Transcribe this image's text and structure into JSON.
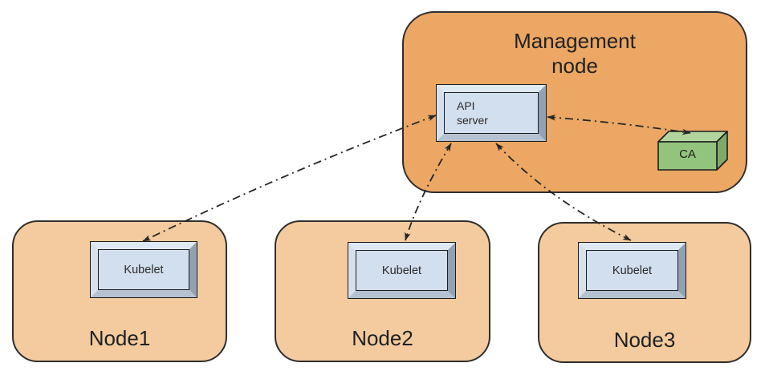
{
  "management_node": {
    "title": "Management\nnode",
    "api_server": {
      "label": "API\nserver"
    },
    "ca": {
      "label": "CA"
    }
  },
  "nodes": [
    {
      "label": "Node1",
      "component": "Kubelet"
    },
    {
      "label": "Node2",
      "component": "Kubelet"
    },
    {
      "label": "Node3",
      "component": "Kubelet"
    }
  ],
  "edges": [
    {
      "name": "api-server to kubelet1",
      "style": "dash-dot",
      "arrows": "both"
    },
    {
      "name": "api-server to kubelet2",
      "style": "dash-dot",
      "arrows": "both"
    },
    {
      "name": "api-server to kubelet3",
      "style": "dash-dot",
      "arrows": "both"
    },
    {
      "name": "api-server to ca",
      "style": "dash-dot",
      "arrows": "both"
    }
  ],
  "colors": {
    "mgmt-fill": "#eba763",
    "node-fill": "#f3cb9e",
    "outline": "#2e2e2e",
    "bevel-face": "#d2dfef",
    "bevel-top": "#dfe9f4",
    "bevel-right": "#92a1b3",
    "bevel-bottom": "#b4c2d1",
    "bevel-left": "#d6e1ee",
    "ca-front": "#93c47d",
    "ca-top": "#b2d59e",
    "ca-side": "#7fa968",
    "edge": "#262626",
    "text": "#212121"
  }
}
